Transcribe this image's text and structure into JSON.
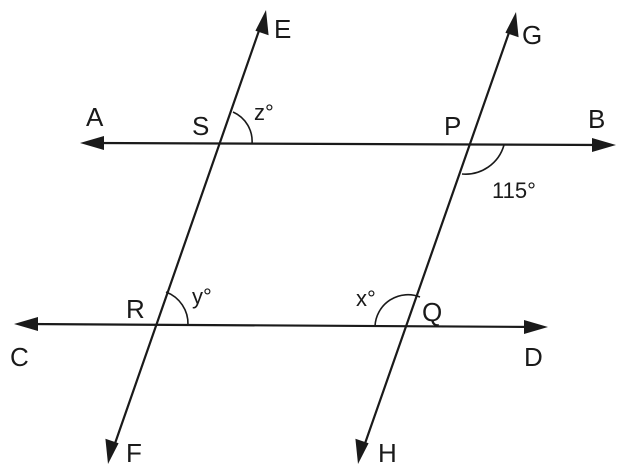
{
  "points": {
    "A": "A",
    "B": "B",
    "C": "C",
    "D": "D",
    "E": "E",
    "F": "F",
    "G": "G",
    "H": "H",
    "S": "S",
    "P": "P",
    "R": "R",
    "Q": "Q"
  },
  "angles": {
    "z": "z°",
    "y": "y°",
    "x": "x°",
    "p": "115°"
  }
}
